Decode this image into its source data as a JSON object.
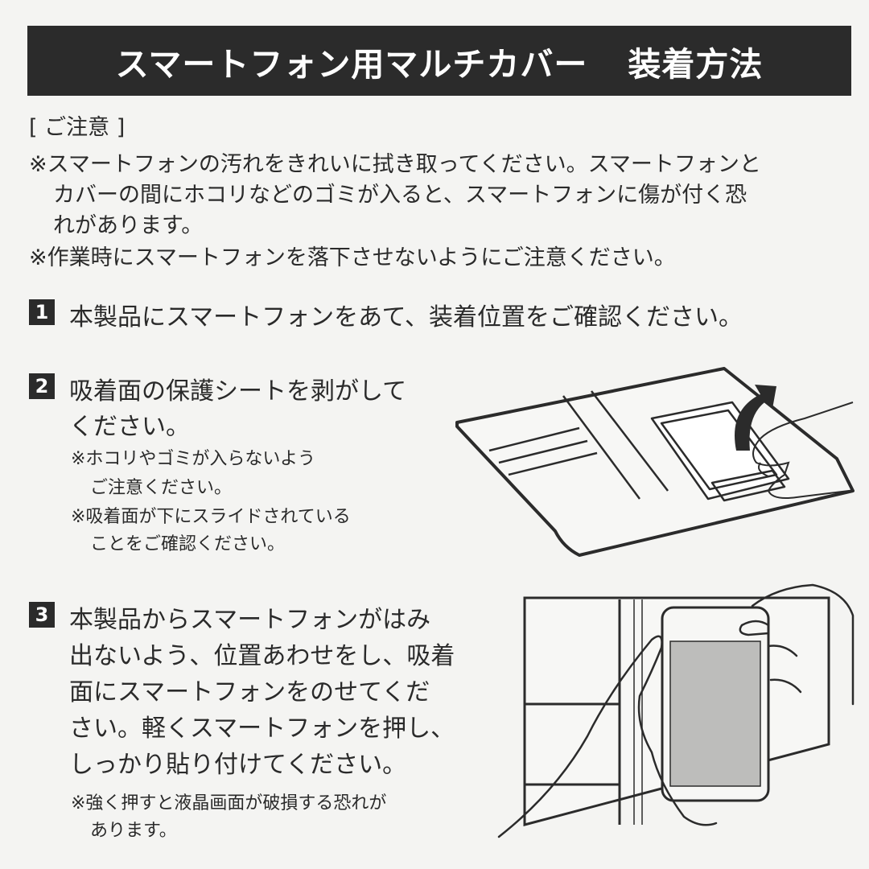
{
  "title": {
    "main": "スマートフォン用マルチカバー",
    "sub": "装着方法"
  },
  "caution": {
    "heading": "[ ご注意 ]",
    "lines": [
      "※スマートフォンの汚れをきれいに拭き取ってください。スマートフォンと",
      "カバーの間にホコリなどのゴミが入ると、スマートフォンに傷が付く恐",
      "れがあります。",
      "※作業時にスマートフォンを落下させないようにご注意ください。"
    ]
  },
  "steps": [
    {
      "number": "1",
      "lines": [
        "本製品にスマートフォンをあて、装着位置をご確認ください。"
      ],
      "notes": []
    },
    {
      "number": "2",
      "lines": [
        "吸着面の保護シートを剥がして",
        "ください。"
      ],
      "notes": [
        "※ホコリやゴミが入らないよう",
        "ご注意ください。",
        "※吸着面が下にスライドされている",
        "ことをご確認ください。"
      ]
    },
    {
      "number": "3",
      "lines": [
        "本製品からスマートフォンがはみ",
        "出ないよう、位置あわせをし、吸着",
        "面にスマートフォンをのせてくだ",
        "さい。軽くスマートフォンを押し、",
        "しっかり貼り付けてください。"
      ],
      "notes": [
        "※強く押すと液晶画面が破損する恐れが",
        "あります。"
      ]
    }
  ],
  "illustrations": [
    {
      "name": "peel-protective-sheet-illustration"
    },
    {
      "name": "attach-smartphone-illustration"
    }
  ]
}
